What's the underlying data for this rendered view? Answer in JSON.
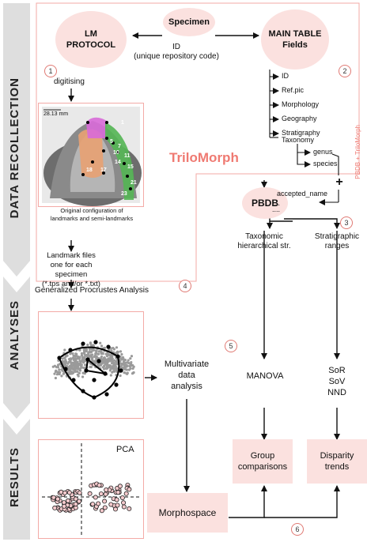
{
  "stages": {
    "data_recollection": "DATA RECOLLECTION",
    "analyses": "ANALYSES",
    "results": "RESULTS"
  },
  "nodes": {
    "specimen": "Specimen",
    "lm_protocol": "LM\nPROTOCOL",
    "main_table": "MAIN TABLE\nFields",
    "id_edge": "ID\n(unique repository code)",
    "digitising": "digitising",
    "pbdb": "PBDB",
    "trilomorph": "TriloMorph",
    "pbdb_trilomorph": "PBDB + TriloMorph",
    "plus": "+",
    "accepted_name": "accepted_name",
    "dots1": "....",
    "dots2": "....",
    "scale_label": "28.13 mm",
    "orig_config": "Original configuration of\nlandmarks and semi-landmarks",
    "landmark_files": "Landmark files\none for each specimen\n(*.tps and/or *.txt)",
    "gpa": "Generalized Procrustes Analysis",
    "taxonomic": "Taxonomic\nhierarchical str.",
    "stratigraphic": "Stratigraphic\nranges",
    "multivariate": "Multivariate\ndata\nanalysis",
    "manova": "MANOVA",
    "disparity_metrics": "SoR\nSoV\nNND",
    "group_comparisons": "Group\ncomparisons",
    "disparity_trends": "Disparity\ntrends",
    "morphospace": "Morphospace",
    "pca": "PCA",
    "genus": "genus",
    "species": "species"
  },
  "table_fields": [
    "ID",
    "Ref.pic",
    "Morphology",
    "Geography",
    "Stratigraphy",
    "Taxonomy"
  ],
  "step_numbers": [
    "1",
    "2",
    "3",
    "4",
    "5",
    "6"
  ],
  "landmark_numbers": [
    "1",
    "5",
    "7",
    "10",
    "11",
    "14",
    "15",
    "17",
    "18",
    "21",
    "23"
  ],
  "colors": {
    "pink_fill": "#fbe1df",
    "pink_border": "#f3aaa6",
    "accent_text": "#ef7a72",
    "arrow_grey": "#dedede",
    "cranidium_orange": "#e8a172",
    "glabella_magenta": "#d86ad8",
    "genal_green": "#53b553",
    "points_grey": "#9a9a9a",
    "pca_dot_fill": "#f4c9cc"
  }
}
